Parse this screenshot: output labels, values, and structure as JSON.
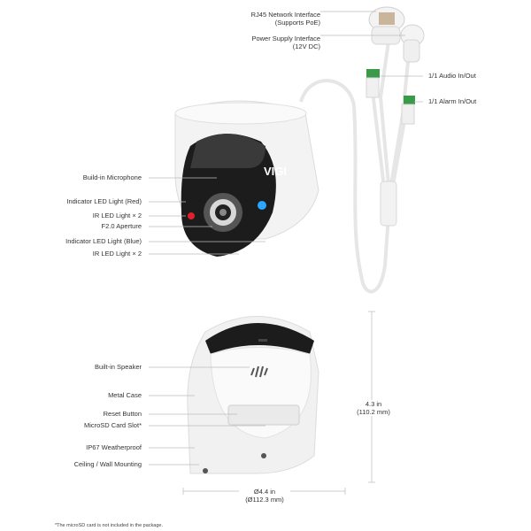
{
  "top_callouts": {
    "rj45": [
      "RJ45 Network Interface",
      "(Supports PoE)"
    ],
    "power": [
      "Power Supply Interface",
      "(12V DC)"
    ],
    "audio": "1/1 Audio In/Out",
    "alarm": "1/1 Alarm In/Out"
  },
  "front_callouts": [
    "Build-in Microphone",
    "Indicator LED Light (Red)",
    "IR LED Light × 2",
    "F2.0 Aperture",
    "Indicator LED Light (Blue)",
    "IR LED Light × 2"
  ],
  "back_callouts": [
    "Built-in Speaker",
    "Metal Case",
    "Reset Button",
    "MicroSD Card Slot*",
    "IP67 Weatherproof",
    "Ceiling / Wall Mounting"
  ],
  "dimensions": {
    "height": [
      "4.3 in",
      "(110.2 mm)"
    ],
    "width": [
      "Ø4.4 in",
      "(Ø112.3 mm)"
    ]
  },
  "logo": "VIGI",
  "footnote": "*The microSD card is not included in the package.",
  "colors": {
    "led_red": "#e0202a",
    "led_blue": "#2aa8ff",
    "terminal_green": "#3a9a4a"
  }
}
